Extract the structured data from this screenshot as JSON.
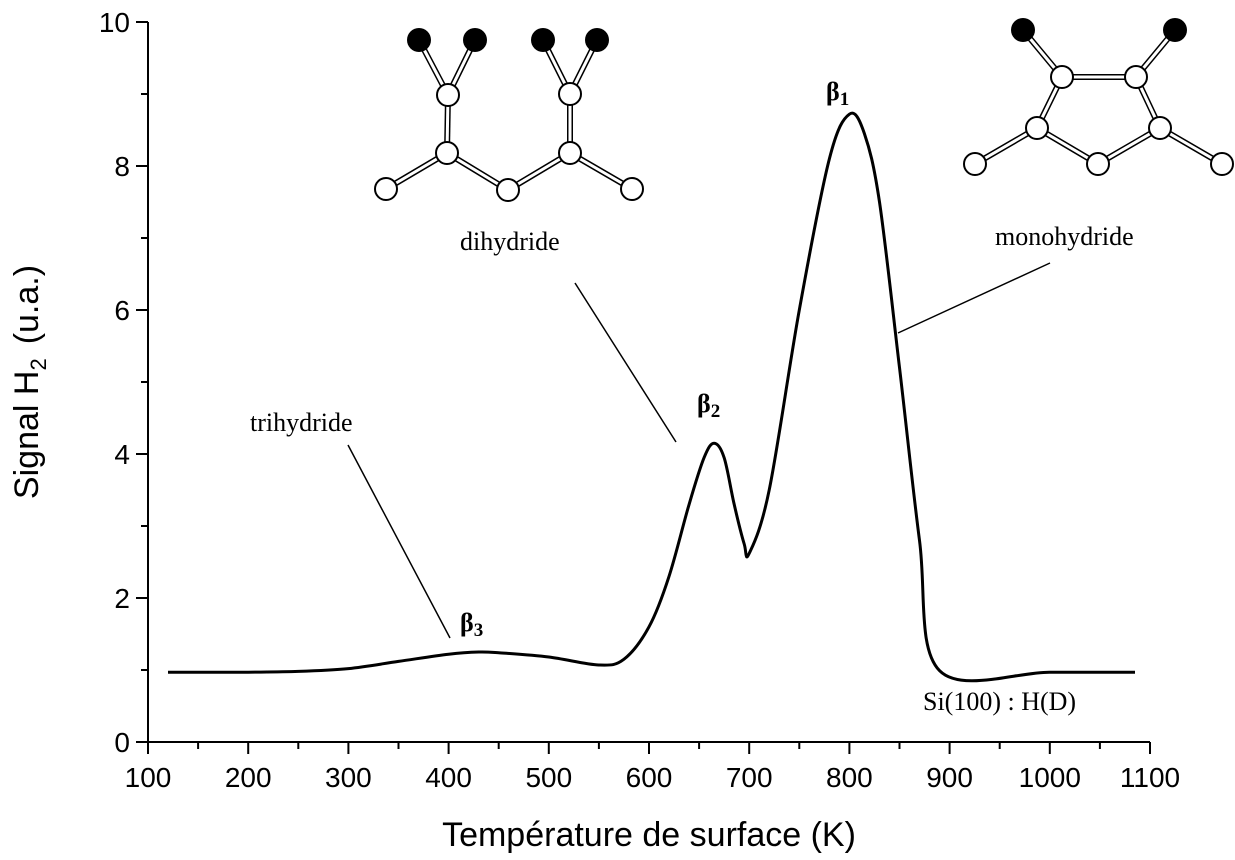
{
  "chart_data": {
    "type": "line",
    "xlabel": "Température de surface (K)",
    "ylabel": "Signal H",
    "ylabel_subscript": "2",
    "ylabel_unit": "(u.a.)",
    "xlim": [
      100,
      1100
    ],
    "ylim": [
      0,
      10
    ],
    "xticks": [
      "100",
      "200",
      "300",
      "400",
      "500",
      "600",
      "700",
      "800",
      "900",
      "1000",
      "1100"
    ],
    "yticks": [
      "0",
      "2",
      "4",
      "6",
      "8",
      "10"
    ],
    "grid": false,
    "series": [
      {
        "x": [
          120,
          150,
          200,
          250,
          300,
          350,
          400,
          430,
          450,
          500,
          550,
          575,
          600,
          620,
          640,
          655,
          665,
          675,
          685,
          695,
          700,
          720,
          750,
          780,
          800,
          815,
          830,
          850,
          870,
          890,
          1000,
          1085
        ],
        "y": [
          0.97,
          0.97,
          0.97,
          0.98,
          1.02,
          1.12,
          1.22,
          1.25,
          1.24,
          1.18,
          1.07,
          1.15,
          1.6,
          2.3,
          3.3,
          3.95,
          4.15,
          3.95,
          3.3,
          2.75,
          2.62,
          3.5,
          6.0,
          8.1,
          8.72,
          8.45,
          7.5,
          5.2,
          2.8,
          0.99,
          0.97,
          0.97
        ],
        "color": "#000000"
      }
    ],
    "annotations": {
      "peaks": [
        {
          "letter": "β",
          "sub": "1",
          "x": 800,
          "y": 8.72
        },
        {
          "letter": "β",
          "sub": "2",
          "x": 665,
          "y": 4.15
        },
        {
          "letter": "β",
          "sub": "3",
          "x": 430,
          "y": 1.25
        }
      ],
      "labels": [
        "trihydride",
        "dihydride",
        "monohydride"
      ],
      "sample": "Si(100) : H(D)"
    }
  }
}
